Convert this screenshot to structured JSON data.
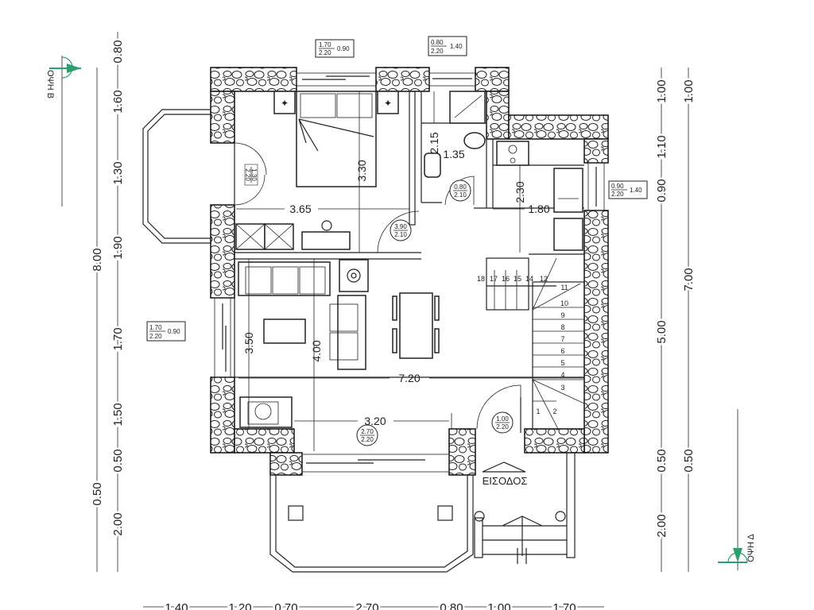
{
  "drawing": {
    "labels": {
      "entrance": "ΕΙΣΟΔΟΣ",
      "view_b": "ΟΨΗ Β",
      "view_d": "ΟΨΗ Δ"
    },
    "dims": {
      "left_outer": [
        "0.80",
        "1.60",
        "1.30",
        "1.90",
        "1.70",
        "1.50",
        "0.50",
        "2.00"
      ],
      "left_total": [
        "8.00",
        "0.50"
      ],
      "right_inner": [
        "1.00",
        "1.10",
        "0.90",
        "5.00",
        "0.50",
        "2.00"
      ],
      "right_outer": [
        "1.00",
        "7.00",
        "0.50"
      ],
      "bottom": [
        "1.40",
        "1.20",
        "0.70",
        "2.70",
        "0.80",
        "1.00",
        "1.70"
      ],
      "interior": {
        "bedroom_width": "3.65",
        "bedroom_depth": "3.30",
        "bath_depth": "2.15",
        "bath_width": "1.35",
        "kitchen_depth": "2.30",
        "kitchen_width": "1.80",
        "living_width": "7.20",
        "living_depth_a": "3.50",
        "living_depth_b": "4.00",
        "front_width": "3.20"
      }
    },
    "openings": {
      "win_bedroom_top": {
        "w": "1.70",
        "h": "2.20",
        "sill": "0.90"
      },
      "win_bath_top": {
        "w": "0.80",
        "h": "2.20",
        "sill": "1.40"
      },
      "win_kitchen": {
        "w": "0.90",
        "h": "2.20",
        "sill": "1.40"
      },
      "win_living_left": {
        "w": "1.70",
        "h": "2.20",
        "sill": "0.90"
      },
      "door_bedroom_balcony": {
        "w": "1.30",
        "h": "2.20"
      },
      "door_bath": {
        "w": "0.80",
        "h": "2.10"
      },
      "door_bedroom": {
        "w": "3.90",
        "h": "2.10"
      },
      "door_terrace": {
        "w": "2.70",
        "h": "2.20"
      },
      "door_entrance": {
        "w": "1.00",
        "h": "2.20"
      }
    },
    "stairs": {
      "upper_run": [
        "18",
        "17",
        "16",
        "15",
        "14",
        "12"
      ],
      "lower_run": [
        "11",
        "10",
        "9",
        "8",
        "7",
        "6",
        "5",
        "4",
        "3",
        "2",
        "1"
      ]
    },
    "colors": {
      "line": "#222222",
      "section_marker": "#2e9e6e"
    }
  }
}
